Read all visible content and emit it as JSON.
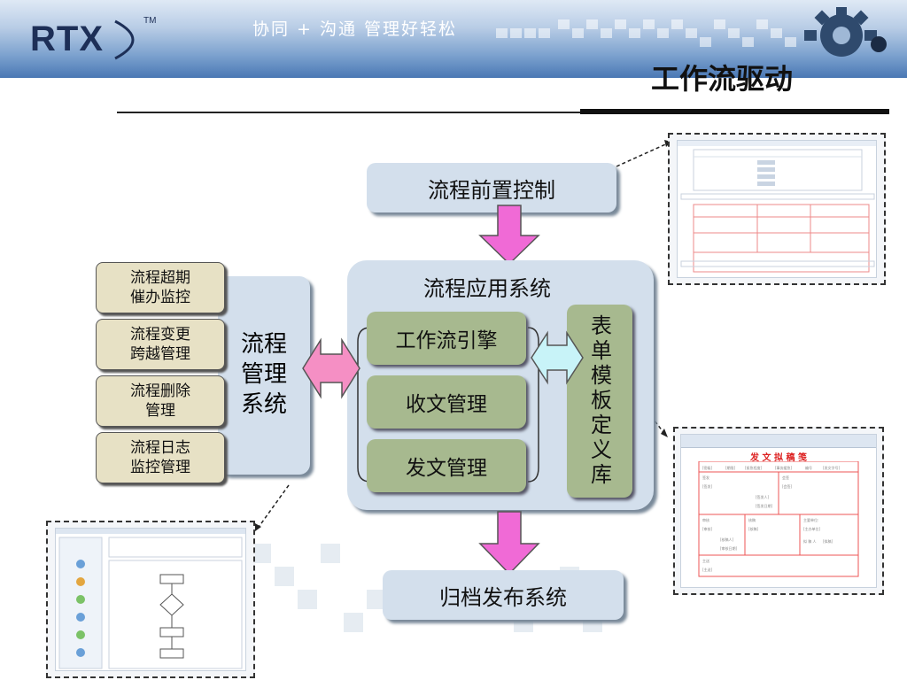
{
  "header": {
    "logo": "RTX",
    "trademark": "TM",
    "slogan": "协同 + 沟通  管理好轻松"
  },
  "slide": {
    "title": "工作流驱动"
  },
  "diagram": {
    "pre_control": "流程前置控制",
    "app_system": "流程应用系统",
    "engine": "工作流引擎",
    "incoming": "收文管理",
    "outgoing": "发文管理",
    "form_template_lib": "表单模板定义库",
    "archive_publish": "归档发布系统",
    "mgmt_system": "流程\n管理\n系统",
    "mgmt_items": [
      "流程超期\n催办监控",
      "流程变更\n跨越管理",
      "流程删除\n管理",
      "流程日志\n监控管理"
    ]
  },
  "thumbnail_form": {
    "title": "发 文 拟 稿 笺",
    "cells": [
      "[密级]",
      "[期限]",
      "[紧急程度]",
      "[事务缓急]",
      "编号",
      "[发文字号]",
      "签发",
      "会签",
      "[签发]",
      "[会签]",
      "[签发人]",
      "[签发日期]",
      "审核",
      "核稿",
      "主要单位:",
      "[审核]",
      "[核稿]",
      "[主办单位]",
      "[核稿人]",
      "[审核日期]",
      "拟 稿 人",
      "[拟稿]",
      "主送",
      "[主送]"
    ]
  },
  "colors": {
    "box_blue": "#d3dfec",
    "box_green": "#a7b98f",
    "box_beige": "#e7e1c5",
    "arrow_magenta": "#f06ad6",
    "arrow_pink": "#f58fc4",
    "arrow_cyan": "#c8f3f8"
  }
}
